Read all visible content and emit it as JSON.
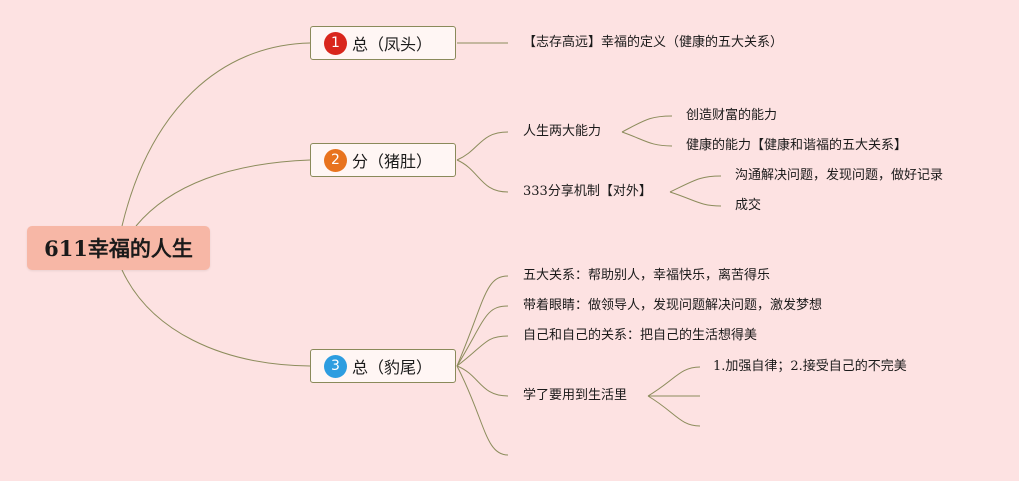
{
  "root": {
    "title": "611幸福的人生"
  },
  "branches": [
    {
      "number": "1",
      "badge_color": "#d9261c",
      "label": "总（凤头）",
      "children": [
        {
          "text": "【志存高远】幸福的定义（健康的五大关系）"
        }
      ]
    },
    {
      "number": "2",
      "badge_color": "#e8731e",
      "label": "分（猪肚）",
      "children": [
        {
          "text": "人生两大能力",
          "children": [
            {
              "text": "创造财富的能力"
            },
            {
              "text": "健康的能力【健康和谐福的五大关系】"
            }
          ]
        },
        {
          "text": "333分享机制【对外】",
          "children": [
            {
              "text": "沟通解决问题，发现问题，做好记录"
            },
            {
              "text": "成交"
            }
          ]
        }
      ]
    },
    {
      "number": "3",
      "badge_color": "#2d9de0",
      "label": "总（豹尾）",
      "children": [
        {
          "text": "五大关系：帮助别人，幸福快乐，离苦得乐"
        },
        {
          "text": "带着眼睛：做领导人，发现问题解决问题，激发梦想"
        },
        {
          "text": "自己和自己的关系：把自己的生活想得美"
        },
        {
          "text": "学了要用到生活里",
          "children": [
            {
              "text": "1.加强自律；2.接受自己的不完美"
            },
            {
              "text": ""
            },
            {
              "text": ""
            }
          ]
        },
        {
          "text": ""
        }
      ]
    }
  ]
}
